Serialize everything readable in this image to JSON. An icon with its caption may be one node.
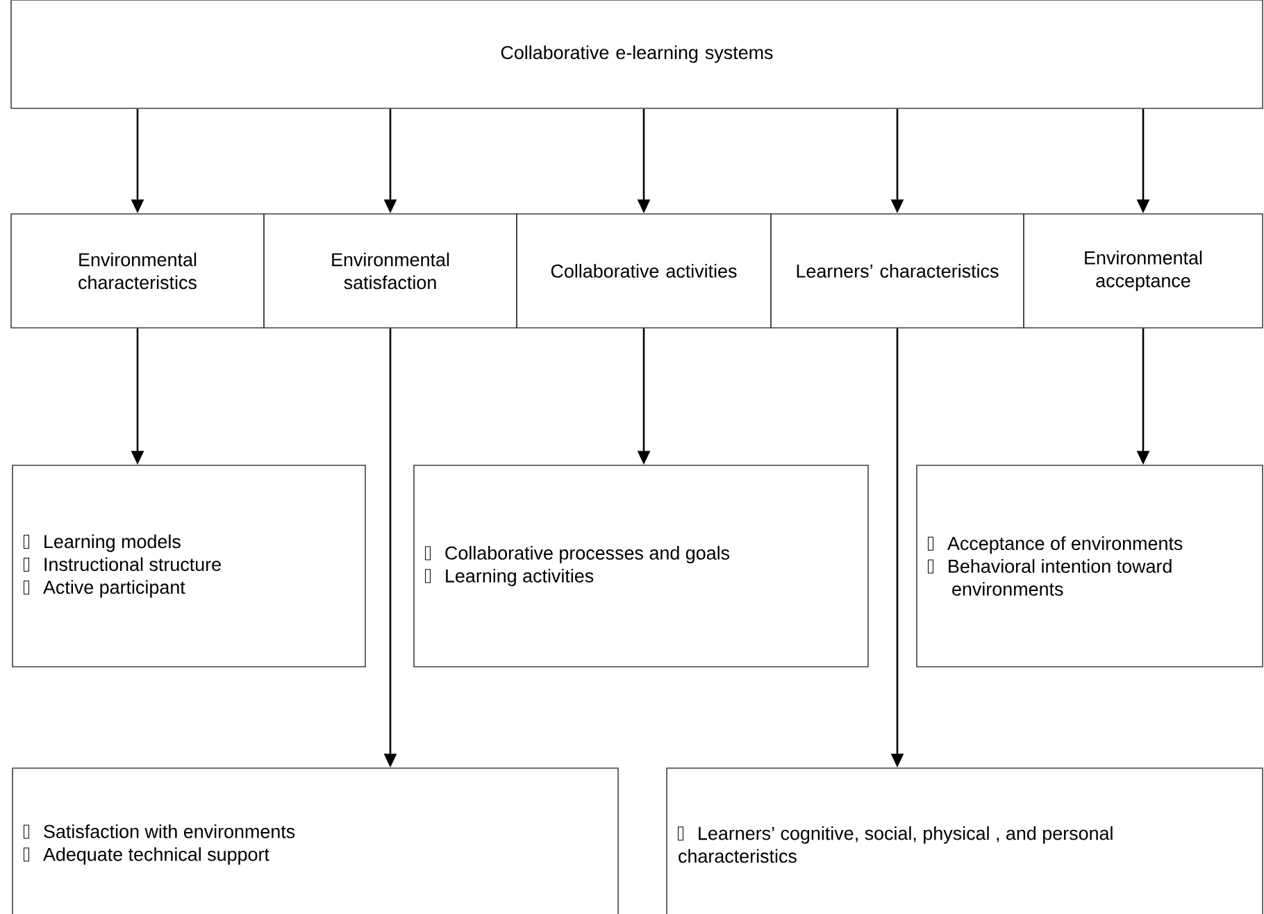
{
  "diagram": {
    "nodes": [
      {
        "text": [
          "Collaborative e-learning systems"
        ]
      },
      {
        "text": [
          "Environmental characteristics"
        ]
      },
      {
        "text": [
          "Environmental satisfaction"
        ]
      },
      {
        "text": [
          "Collaborative activities"
        ]
      },
      {
        "text": [
          "Learners’ characteristics"
        ]
      },
      {
        "text": [
          "Environmental acceptance"
        ]
      },
      {
        "text": [
          "Learning models",
          "Instructional structure",
          "Active participant"
        ]
      },
      {
        "text": [
          "Collaborative processes and goals",
          "Learning activities"
        ]
      },
      {
        "text": [
          "Acceptance of environments",
          "Behavioral intention toward environments"
        ]
      },
      {
        "text": [
          "Satisfaction with environments",
          "Adequate technical support"
        ]
      },
      {
        "text": [
          "Learners’ cognitive, social, physical , and personal characteristics"
        ]
      }
    ],
    "edges": [
      {
        "from": 0,
        "to": 1,
        "arrow": "to"
      },
      {
        "from": 0,
        "to": 2,
        "arrow": "to"
      },
      {
        "from": 0,
        "to": 3,
        "arrow": "to"
      },
      {
        "from": 0,
        "to": 4,
        "arrow": "to"
      },
      {
        "from": 0,
        "to": 5,
        "arrow": "to"
      },
      {
        "from": 1,
        "to": 6,
        "arrow": "to"
      },
      {
        "from": 2,
        "to": 9,
        "arrow": "to"
      },
      {
        "from": 3,
        "to": 7,
        "arrow": "to"
      },
      {
        "from": 4,
        "to": 10,
        "arrow": "to"
      },
      {
        "from": 5,
        "to": 8,
        "arrow": "to"
      }
    ]
  }
}
